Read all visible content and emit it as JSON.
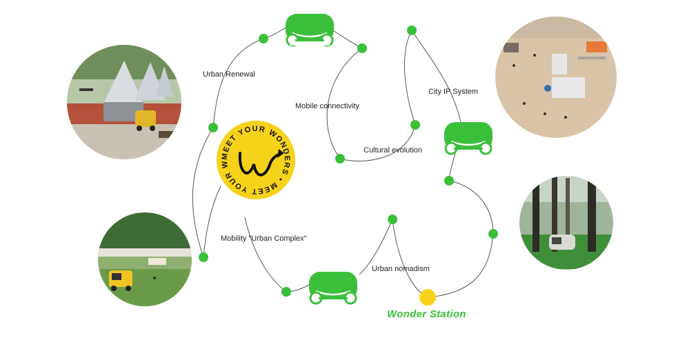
{
  "labels": {
    "urban_renewal": "Urban Renewal",
    "mobile_connectivity": "Mobile connectivity",
    "city_ip_system": "City IP System",
    "cultural_evolution": "Cultural evolution",
    "mobility_urban_complex": "Mobility \"Urban Complex\"",
    "urban_nomadism": "Urban nomadism"
  },
  "brand": {
    "name": "Wonder Station"
  },
  "badge": {
    "ring_text": "MEET YOUR WONDERS • MEET YOUR WONDERS •",
    "monogram": "w"
  },
  "photos": [
    {
      "name": "photo-market-tents",
      "subject": "pyramid tents market with yellow vehicle"
    },
    {
      "name": "photo-beach",
      "subject": "sandy beach with people and structures"
    },
    {
      "name": "photo-park-camping",
      "subject": "park camping with yellow vehicle"
    },
    {
      "name": "photo-forest",
      "subject": "forest with vehicle among trees"
    }
  ],
  "colors": {
    "green": "#3bbf3b",
    "yellow": "#f7d21a",
    "line": "#555555",
    "text": "#222222"
  },
  "icons": [
    "vehicle-icon",
    "vehicle-icon",
    "vehicle-icon"
  ]
}
